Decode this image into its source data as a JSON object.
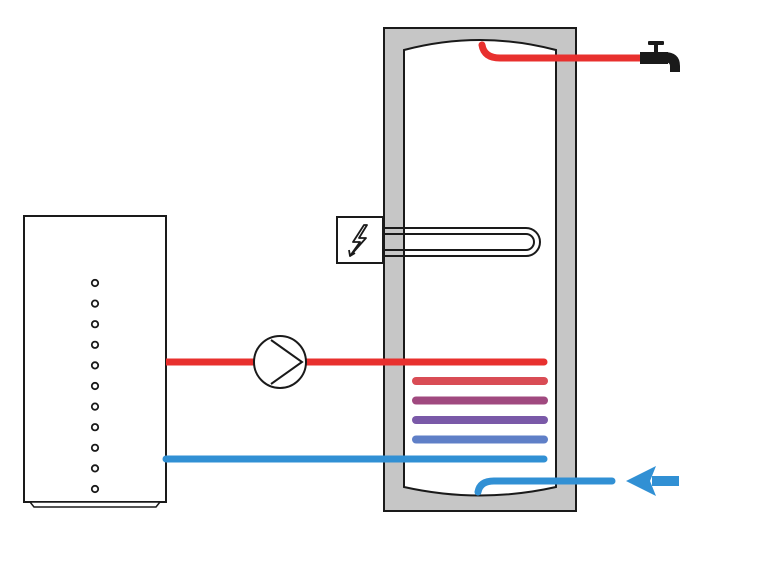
{
  "colors": {
    "hot": "#e8302e",
    "cold": "#3190d4",
    "outline": "#1a1a1a",
    "tank_shell": "#c6c6c6",
    "tank_inner": "#ffffff",
    "coil": [
      "#d94c55",
      "#a0497f",
      "#7a59a8",
      "#5f7fc7"
    ]
  },
  "components": {
    "heat_pump": {
      "icon": "heat-pump-unit",
      "vent_dots": 11
    },
    "circulation_pump": {
      "icon": "pump-circle-icon"
    },
    "storage_tank": {
      "icon": "hot-water-cylinder"
    },
    "electric_heater": {
      "icon": "lightning-bolt-icon"
    },
    "hot_water_tap": {
      "icon": "tap-faucet-icon"
    },
    "cold_inlet": {
      "icon": "inflow-arrow-icon"
    }
  },
  "heat_exchanger_coil": {
    "coil_lines": 4
  }
}
